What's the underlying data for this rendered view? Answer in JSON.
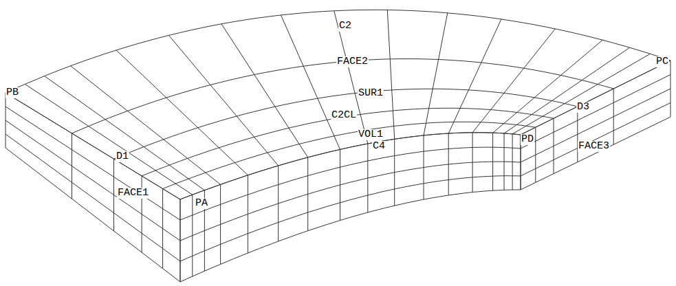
{
  "diagram": {
    "labels": [
      "C2",
      "FACE2",
      "PC",
      "PB",
      "SUR1",
      "C2CL",
      "D3",
      "VOL1",
      "C4",
      "PD",
      "D1",
      "FACE3",
      "FACE1",
      "PA"
    ]
  }
}
